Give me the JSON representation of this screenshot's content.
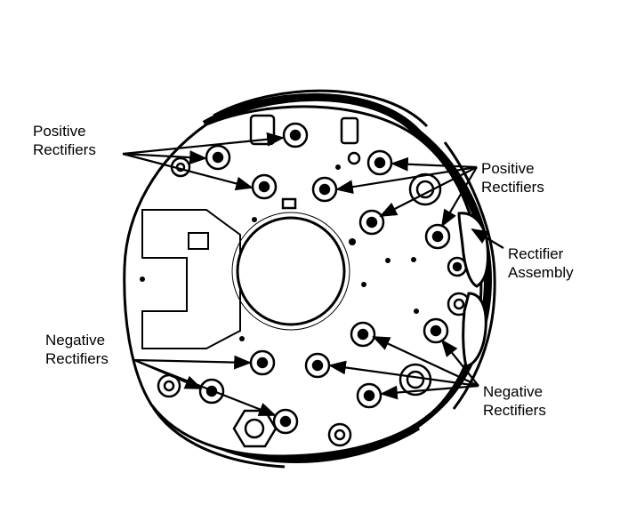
{
  "labels": {
    "positive_left": {
      "line1": "Positive",
      "line2": "Rectifiers"
    },
    "positive_right": {
      "line1": "Positive",
      "line2": "Rectifiers"
    },
    "rectifier_assembly": {
      "line1": "Rectifier",
      "line2": "Assembly"
    },
    "negative_left": {
      "line1": "Negative",
      "line2": "Rectifiers"
    },
    "negative_right": {
      "line1": "Negative",
      "line2": "Rectifiers"
    }
  },
  "colors": {
    "ink": "#000000",
    "paper": "#ffffff"
  }
}
